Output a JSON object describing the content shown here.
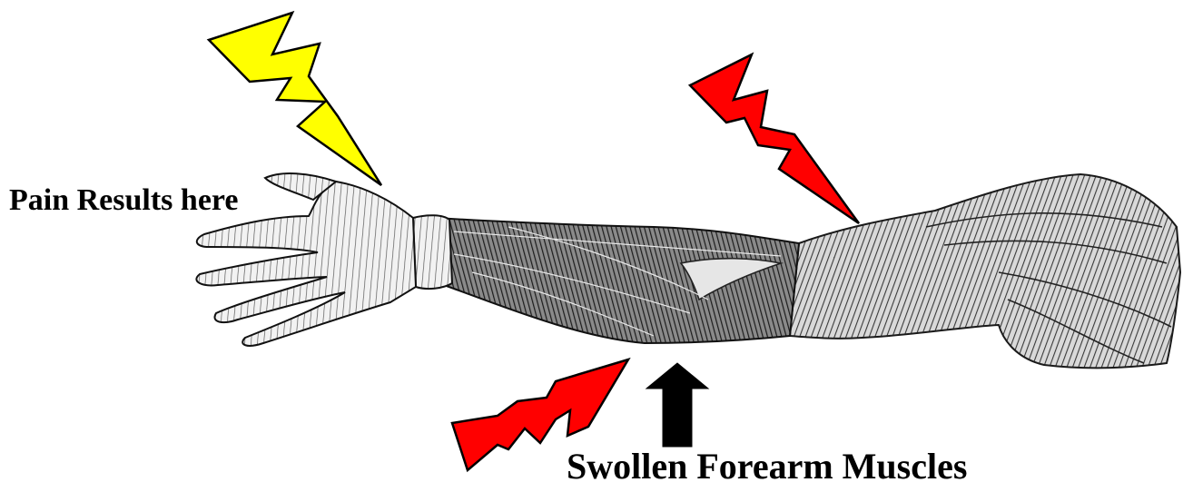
{
  "labels": {
    "pain_results": "Pain Results here",
    "swollen_muscles": "Swollen Forearm Muscles"
  },
  "colors": {
    "yellow_bolt": "#FFFF00",
    "red_bolt": "#FF0000",
    "arrow": "#000000",
    "outline": "#000000",
    "background": "#FFFFFF"
  },
  "icons": {
    "wrist_bolt": "yellow-lightning-bolt-icon",
    "upper_arm_bolt": "red-lightning-bolt-icon",
    "forearm_bolt": "red-lightning-bolt-icon",
    "pointer": "up-arrow-icon",
    "illustration": "anatomical-arm-muscles"
  }
}
